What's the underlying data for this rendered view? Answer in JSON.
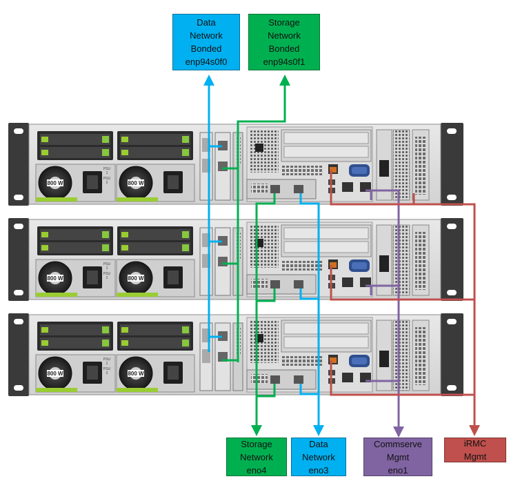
{
  "colors": {
    "data_network": "#00b0f0",
    "storage_network": "#00b050",
    "commserve": "#8064a2",
    "irmc": "#c0504d"
  },
  "labels": {
    "top_data": [
      "Data",
      "Network",
      "Bonded",
      "enp94s0f0"
    ],
    "top_storage": [
      "Storage",
      "Network",
      "Bonded",
      "enp94s0f1"
    ],
    "bottom_storage": [
      "Storage",
      "Network",
      "eno4"
    ],
    "bottom_data": [
      "Data",
      "Network",
      "eno3"
    ],
    "bottom_commserve": [
      "Commserve",
      "Mgmt",
      "eno1"
    ],
    "bottom_irmc": [
      "iRMC",
      "Mgmt"
    ]
  },
  "psu_label": "800 W",
  "psu_slot_text": [
    "PSU",
    "1",
    "PSU",
    "2"
  ],
  "server_count": 3
}
